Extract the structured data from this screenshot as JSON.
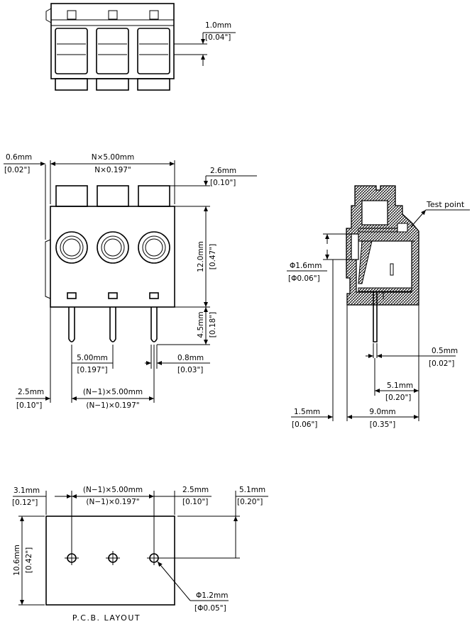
{
  "top_view": {
    "thickness": {
      "mm": "1.0mm",
      "inch": "[0.04\"]"
    }
  },
  "front_view": {
    "left_offset": {
      "mm": "0.6mm",
      "inch": "[0.02\"]"
    },
    "width": {
      "mm": "N×5.00mm",
      "inch": "N×0.197\""
    },
    "top_clearance": {
      "mm": "2.6mm",
      "inch": "[0.10\"]"
    },
    "body_height": {
      "mm": "12.0mm",
      "inch": "[0.47\"]"
    },
    "pin_length": {
      "mm": "4.5mm",
      "inch": "[0.18\"]"
    },
    "pitch": {
      "mm": "5.00mm",
      "inch": "[0.197\"]"
    },
    "pin_width": {
      "mm": "0.8mm",
      "inch": "[0.03\"]"
    },
    "end_offset": {
      "mm": "2.5mm",
      "inch": "[0.10\"]"
    },
    "total_pitch": {
      "mm": "(N−1)×5.00mm",
      "inch": "(N−1)×0.197\""
    }
  },
  "side_view": {
    "test_point": "Test point",
    "hole_dia": {
      "mm": "Φ1.6mm",
      "inch": "[Φ0.06\"]"
    },
    "pin_thickness": {
      "mm": "0.5mm",
      "inch": "[0.02\"]"
    },
    "pin_offset": {
      "mm": "5.1mm",
      "inch": "[0.20\"]"
    },
    "left_offset": {
      "mm": "1.5mm",
      "inch": "[0.06\"]"
    },
    "depth": {
      "mm": "9.0mm",
      "inch": "[0.35\"]"
    }
  },
  "pcb_layout": {
    "title": "P.C.B. LAYOUT",
    "left_offset": {
      "mm": "3.1mm",
      "inch": "[0.12\"]"
    },
    "total_pitch": {
      "mm": "(N−1)×5.00mm",
      "inch": "(N−1)×0.197\""
    },
    "right_offset": {
      "mm": "2.5mm",
      "inch": "[0.10\"]"
    },
    "hole_row_offset": {
      "mm": "5.1mm",
      "inch": "[0.20\"]"
    },
    "height": {
      "mm": "10.6mm",
      "inch": "[0.42\"]"
    },
    "hole_dia": {
      "mm": "Φ1.2mm",
      "inch": "[Φ0.05\"]"
    }
  }
}
